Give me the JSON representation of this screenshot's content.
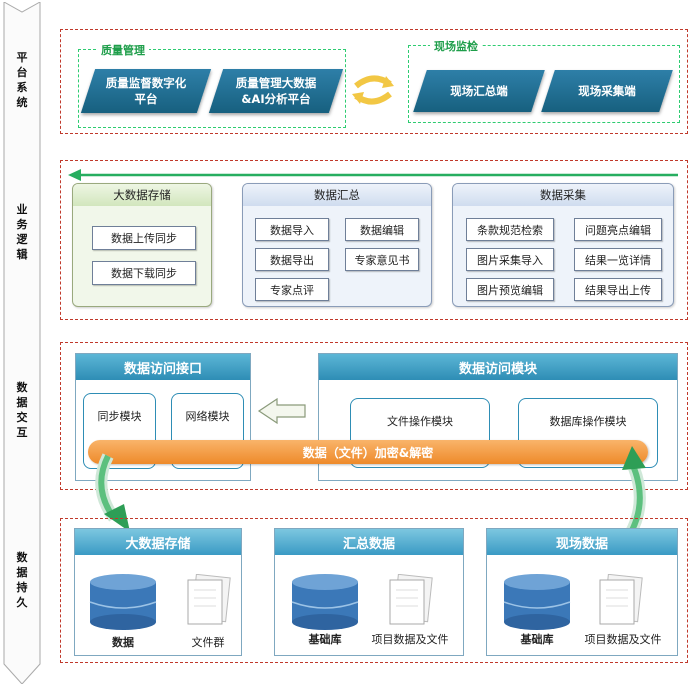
{
  "layers": [
    {
      "label": "平台系统"
    },
    {
      "label": "业务逻辑"
    },
    {
      "label": "数据交互"
    },
    {
      "label": "数据持久"
    }
  ],
  "platform": {
    "quality_title": "质量管理",
    "quality_items": [
      "质量监督数字化平台",
      "质量管理大数据&AI分析平台"
    ],
    "field_title": "现场监检",
    "field_items": [
      "现场汇总端",
      "现场采集端"
    ]
  },
  "logic": {
    "storage": {
      "title": "大数据存储",
      "items": [
        "数据上传同步",
        "数据下载同步"
      ]
    },
    "summary": {
      "title": "数据汇总",
      "items": [
        "数据导入",
        "数据编辑",
        "数据导出",
        "专家意见书",
        "专家点评"
      ]
    },
    "collect": {
      "title": "数据采集",
      "items": [
        "条款规范检索",
        "问题亮点编辑",
        "图片采集导入",
        "结果一览详情",
        "图片预览编辑",
        "结果导出上传"
      ]
    }
  },
  "interaction": {
    "api_title": "数据访问接口",
    "api_items": [
      "同步模块",
      "网络模块"
    ],
    "module_title": "数据访问模块",
    "module_items": [
      "文件操作模块",
      "数据库操作模块"
    ],
    "encrypt_label": "数据（文件）加密&解密"
  },
  "persist": {
    "big": {
      "title": "大数据存储",
      "db_label": "数据",
      "file_label": "文件群"
    },
    "summary": {
      "title": "汇总数据",
      "db_label": "基础库",
      "file_label": "项目数据及文件"
    },
    "field": {
      "title": "现场数据",
      "db_label": "基础库",
      "file_label": "项目数据及文件"
    }
  },
  "colors": {
    "band_border": "#c0392b",
    "green_dash": "#2ecc71",
    "parallelogram": "#1f6f91",
    "encrypt_bar": "#f39c3d",
    "arrow_green": "#27ae60",
    "db_blue": "#3b78b8"
  }
}
